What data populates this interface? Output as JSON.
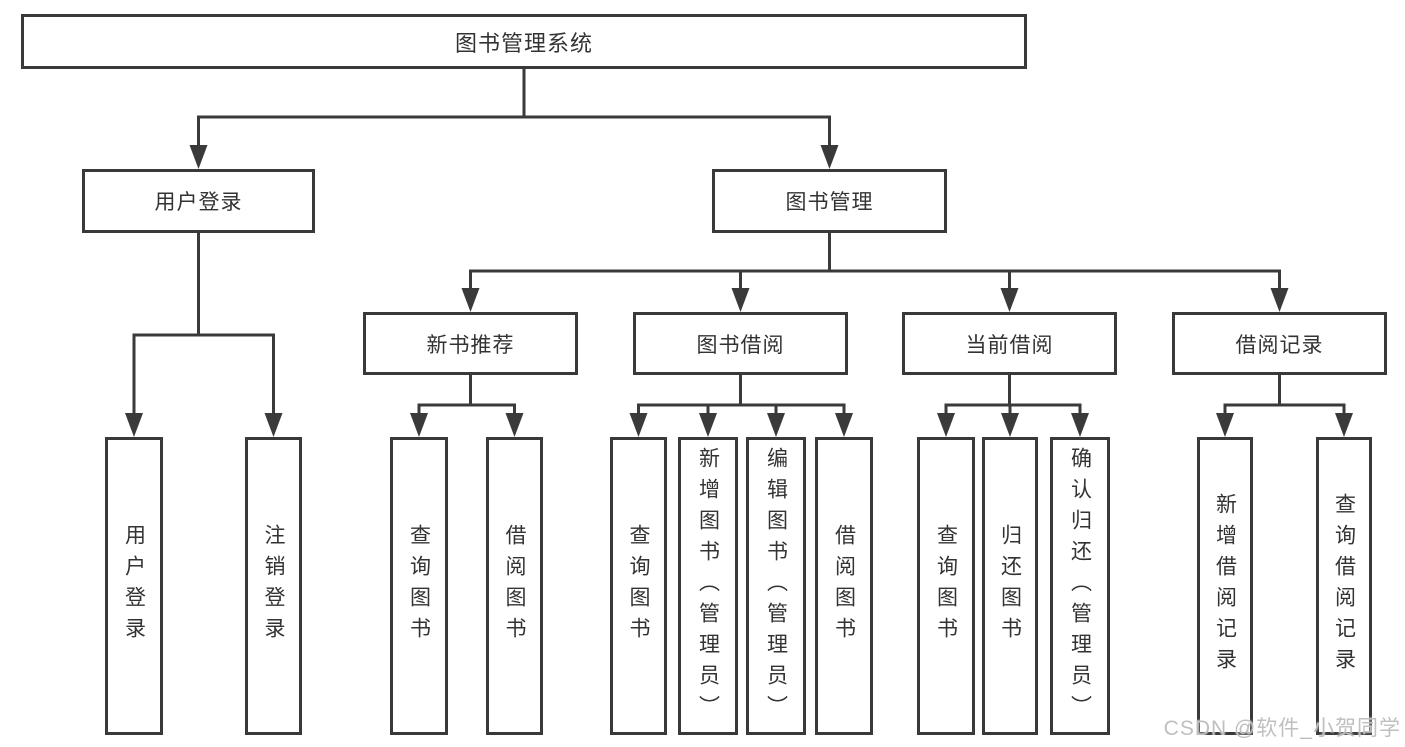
{
  "diagram": {
    "title": "图书管理系统",
    "watermark": "CSDN @软件_小贺同学",
    "colors": {
      "line": "#3a3a3a",
      "box_border": "#393939",
      "text": "#333333",
      "background": "#ffffff",
      "watermark": "#bfbfbf"
    },
    "nodes": {
      "root": {
        "label": "图书管理系统"
      },
      "user_login": {
        "label": "用户登录"
      },
      "book_mgmt": {
        "label": "图书管理"
      },
      "new_books": {
        "label": "新书推荐"
      },
      "book_borrow": {
        "label": "图书借阅"
      },
      "current_borrow": {
        "label": "当前借阅"
      },
      "borrow_records": {
        "label": "借阅记录"
      },
      "leaf_user_login": {
        "label": "用户登录"
      },
      "leaf_logout": {
        "label": "注销登录"
      },
      "leaf_nb_search": {
        "label": "查询图书"
      },
      "leaf_nb_borrow": {
        "label": "借阅图书"
      },
      "leaf_bb_search": {
        "label": "查询图书"
      },
      "leaf_bb_add": {
        "label": "新增图书（管理员）"
      },
      "leaf_bb_edit": {
        "label": "编辑图书（管理员）"
      },
      "leaf_bb_borrow": {
        "label": "借阅图书"
      },
      "leaf_cb_search": {
        "label": "查询图书"
      },
      "leaf_cb_return": {
        "label": "归还图书"
      },
      "leaf_cb_confirm": {
        "label": "确认归还（管理员）"
      },
      "leaf_br_add": {
        "label": "新增借阅记录"
      },
      "leaf_br_search": {
        "label": "查询借阅记录"
      }
    },
    "structure": {
      "图书管理系统": {
        "用户登录": [
          "用户登录",
          "注销登录"
        ],
        "图书管理": {
          "新书推荐": [
            "查询图书",
            "借阅图书"
          ],
          "图书借阅": [
            "查询图书",
            "新增图书（管理员）",
            "编辑图书（管理员）",
            "借阅图书"
          ],
          "当前借阅": [
            "查询图书",
            "归还图书",
            "确认归还（管理员）"
          ],
          "借阅记录": [
            "新增借阅记录",
            "查询借阅记录"
          ]
        }
      }
    }
  }
}
